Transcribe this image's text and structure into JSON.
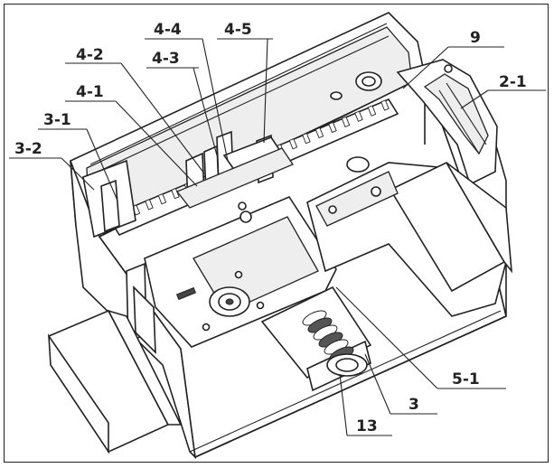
{
  "labels": {
    "l44": "4-4",
    "l45": "4-5",
    "l9": "9",
    "l42": "4-2",
    "l43": "4-3",
    "l21": "2-1",
    "l41": "4-1",
    "l31": "3-1",
    "l32": "3-2",
    "l51": "5-1",
    "l3": "3",
    "l13": "13"
  }
}
